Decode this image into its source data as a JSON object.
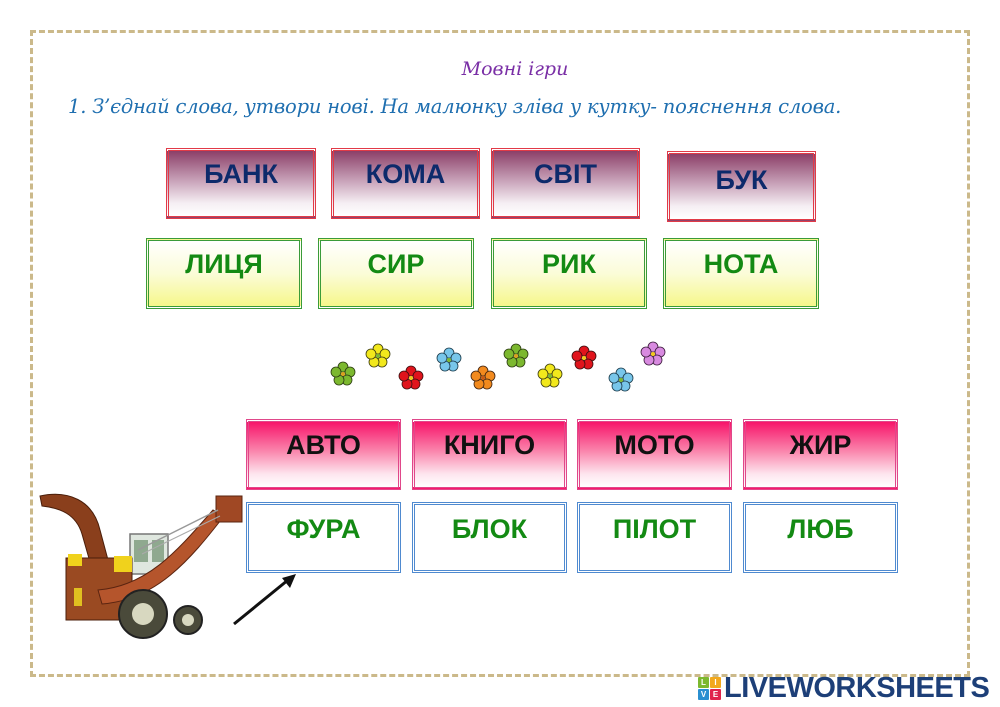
{
  "worksheet": {
    "title": "Мовні  ігри",
    "task": "1. З’єднай слова, утвори нові. На малюнку зліва у кутку- пояснення слова."
  },
  "rows": {
    "row1": [
      "БАНК",
      "КОМА",
      "СВІТ",
      "БУК"
    ],
    "row2": [
      "ЛИЦЯ",
      "СИР",
      "РИК",
      "НОТА"
    ],
    "row3": [
      "АВТО",
      "КНИГО",
      "МОТО",
      "ЖИР"
    ],
    "row4": [
      "ФУРА",
      "БЛОК",
      "ПІЛОТ",
      "ЛЮБ"
    ]
  },
  "flowers": {
    "colors": [
      "#7cb82f",
      "#f2e81c",
      "#e0141c",
      "#78c6ea",
      "#f28a1e",
      "#7cb82f",
      "#f2e81c",
      "#e0141c",
      "#78c6ea",
      "#d88ae0"
    ]
  },
  "image": {
    "caption_icon": "forage-harvester-machine"
  },
  "logo": {
    "badge": [
      "L",
      "I",
      "V",
      "E"
    ],
    "text": "LIVEWORKSHEETS"
  },
  "colors": {
    "title": "#7a2fa6",
    "task": "#1f6fb0",
    "frame": "#cbb98a",
    "logo_text": "#1d3f78"
  }
}
